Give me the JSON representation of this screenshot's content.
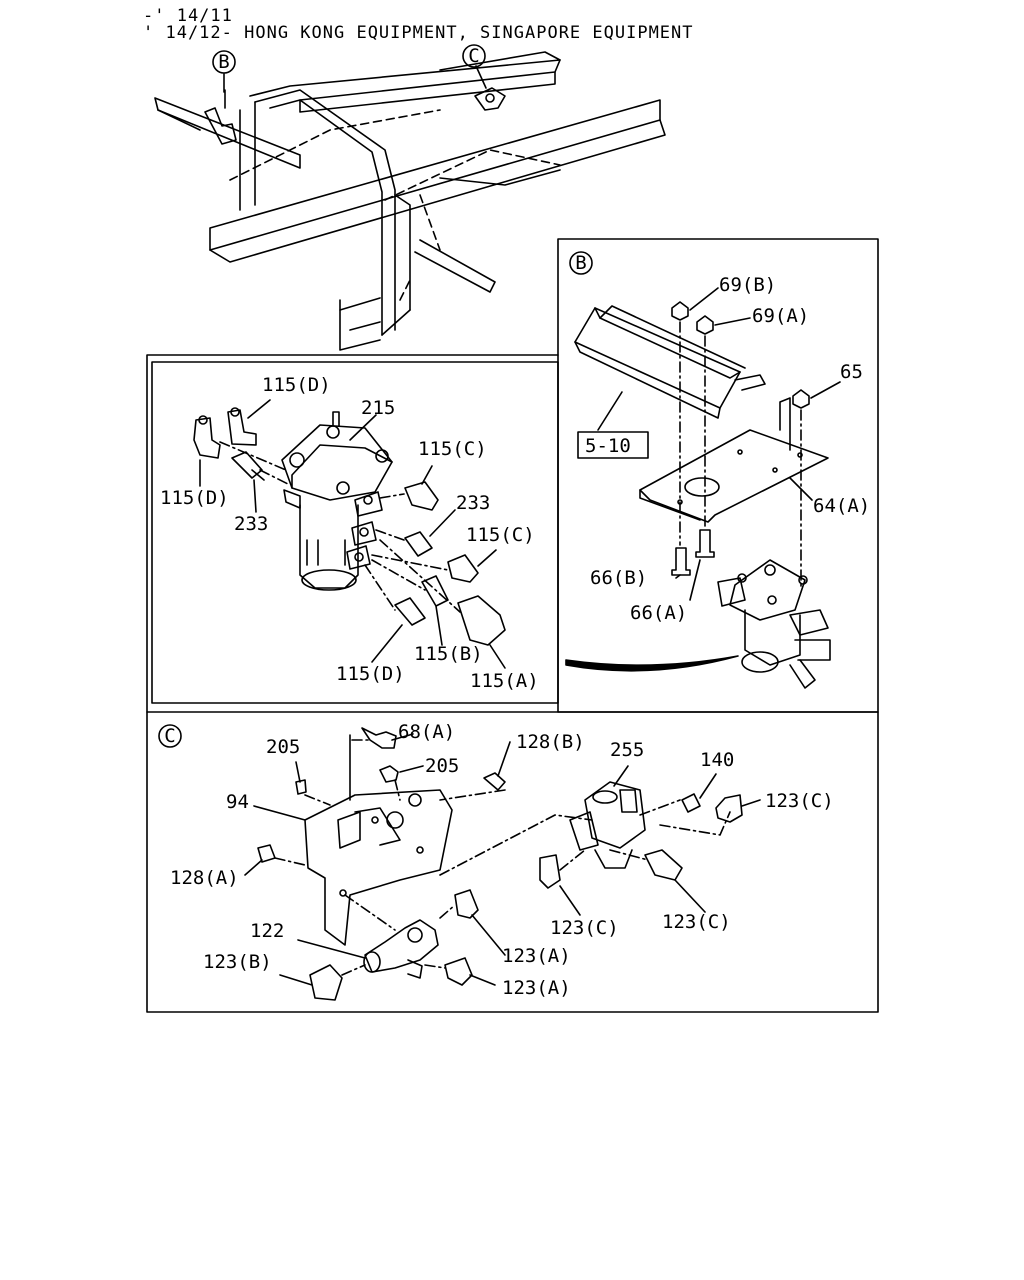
{
  "header": {
    "line1": "-' 14/11",
    "line2": "' 14/12- HONG KONG EQUIPMENT, SINGAPORE EQUIPMENT"
  },
  "callouts": {
    "overview_b": "B",
    "overview_c": "C",
    "panel_b": "B",
    "panel_c": "C"
  },
  "labels": {
    "l69b": "69(B)",
    "l69a": "69(A)",
    "l65": "65",
    "l510": "5-10",
    "l64a": "64(A)",
    "l66b": "66(B)",
    "l66a": "66(A)",
    "l115d_top": "115(D)",
    "l215": "215",
    "l115c_1": "115(C)",
    "l115d_left": "115(D)",
    "l233_1": "233",
    "l233_2": "233",
    "l115c_2": "115(C)",
    "l115d_bot": "115(D)",
    "l115b": "115(B)",
    "l115a": "115(A)",
    "l68a": "68(A)",
    "l205_1": "205",
    "l205_2": "205",
    "l128b": "128(B)",
    "l255": "255",
    "l140": "140",
    "l123c_1": "123(C)",
    "l94": "94",
    "l128a": "128(A)",
    "l123c_2": "123(C)",
    "l123c_3": "123(C)",
    "l122": "122",
    "l123a_1": "123(A)",
    "l123b": "123(B)",
    "l123a_2": "123(A)"
  },
  "colors": {
    "line": "#000000",
    "background": "#ffffff"
  }
}
